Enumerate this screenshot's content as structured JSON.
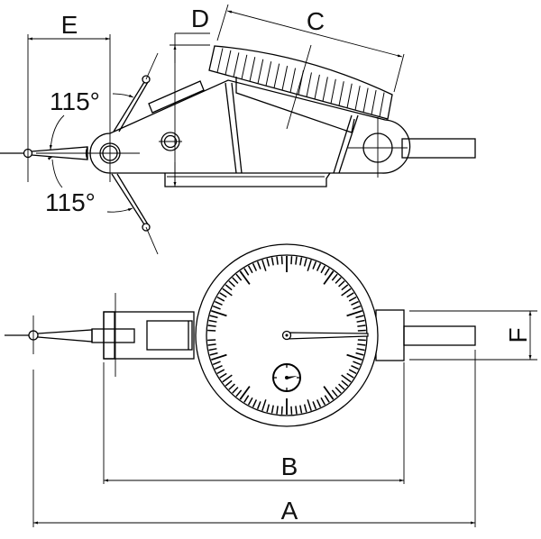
{
  "title": "Dial test indicator dimension drawing",
  "dimensions": {
    "A": "A",
    "B": "B",
    "C": "C",
    "D": "D",
    "E": "E",
    "F": "F"
  },
  "angles": {
    "upper": "115°",
    "lower": "115°"
  },
  "dial": {
    "divisions": 100
  }
}
